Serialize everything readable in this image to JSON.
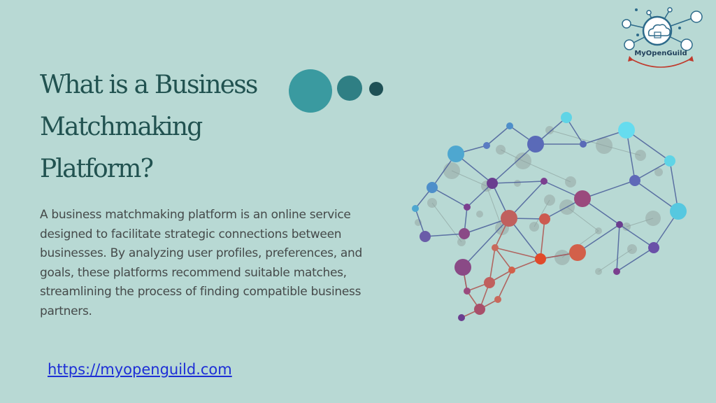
{
  "slide": {
    "title": "What is a Business Matchmaking Platform?",
    "body": "A business matchmaking platform is an online service designed to facilitate strategic connections between businesses. By analyzing user profiles, preferences, and goals, these platforms recommend suitable matches, streamlining the process of finding compatible business partners.",
    "link": "https://myopenguild.com"
  },
  "logo": {
    "brand": "MyOpenGuild"
  },
  "colors": {
    "background": "#b8d9d4",
    "title": "#215250",
    "body": "#454a4a",
    "link": "#1d2ed6",
    "dot_large": "#3a9aa0",
    "dot_medium": "#2f7f84",
    "dot_small": "#1f5156"
  },
  "icons": [
    "decorative-dots",
    "myopenguild-logo",
    "brain-network-illustration"
  ]
}
